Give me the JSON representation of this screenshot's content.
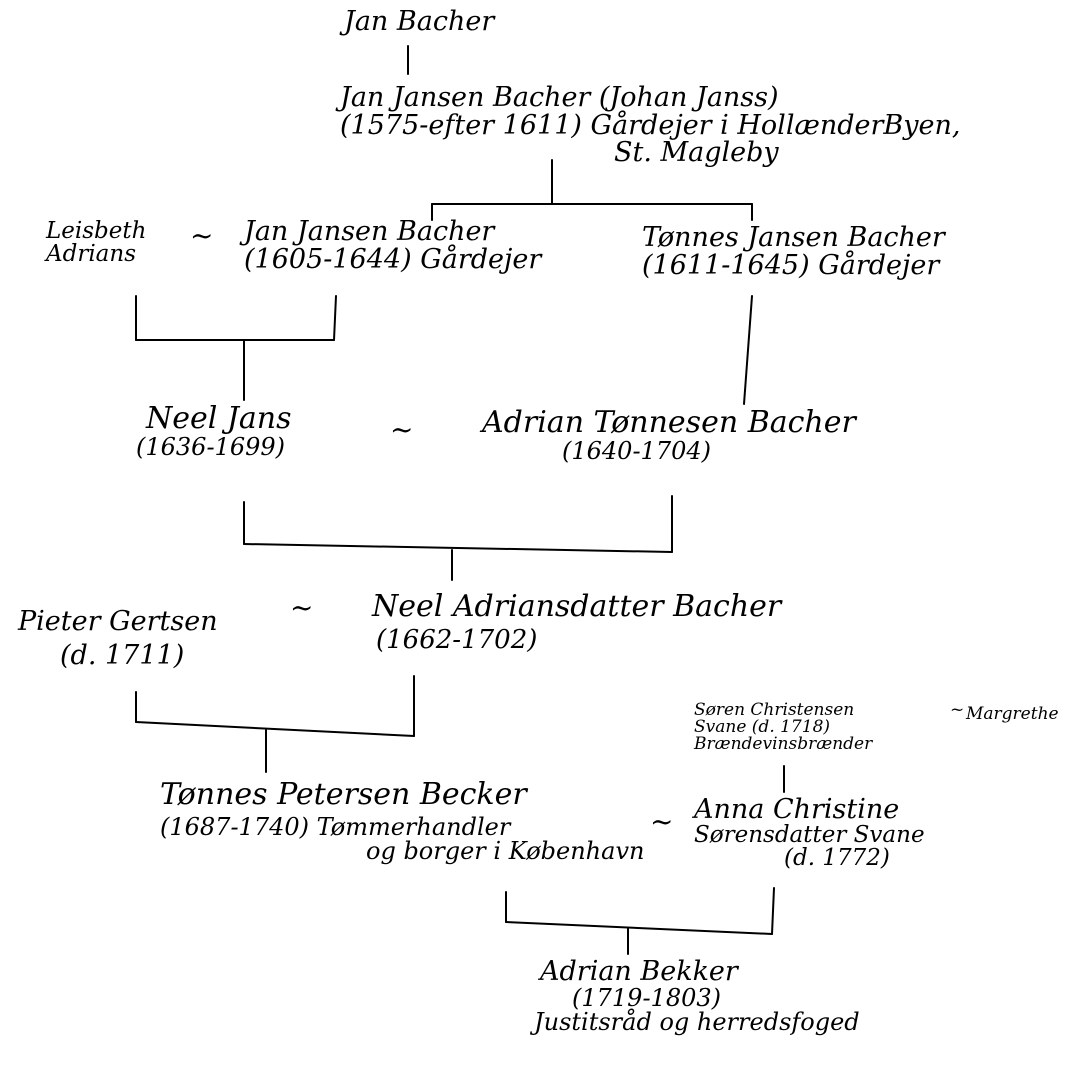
{
  "persons": {
    "jan_bacher": {
      "name": "Jan Bacher"
    },
    "jan_jansen_bacher_sr": {
      "name": "Jan Jansen Bacher (Johan Janss)",
      "detail": "(1575-efter 1611) Gårdejer i HollænderByen,",
      "place": "St. Magleby"
    },
    "leisbeth": {
      "name": "Leisbeth",
      "surname": "Adrians"
    },
    "jan_jansen_bacher_jr": {
      "name": "Jan Jansen Bacher",
      "detail": "(1605-1644) Gårdejer"
    },
    "tonnes_jansen_bacher": {
      "name": "Tønnes Jansen Bacher",
      "detail": "(1611-1645) Gårdejer"
    },
    "neel_jans": {
      "name": "Neel Jans",
      "dates": "(1636-1699)"
    },
    "adrian_tonnesen_bacher": {
      "name": "Adrian Tønnesen Bacher",
      "dates": "(1640-1704)"
    },
    "pieter_gertsen": {
      "name": "Pieter Gertsen",
      "dates": "(d. 1711)"
    },
    "neel_adriansdatter_bacher": {
      "name": "Neel Adriansdatter Bacher",
      "dates": "(1662-1702)"
    },
    "soren_christensen_svane": {
      "name": "Søren Christensen",
      "detail": "Svane (d. 1718)",
      "occupation": "Brændevinsbrænder"
    },
    "margrethe": {
      "name": "Margrethe"
    },
    "tonnes_petersen_becker": {
      "name": "Tønnes Petersen Becker",
      "detail": "(1687-1740) Tømmerhandler",
      "detail2": "og borger i København"
    },
    "anna_christine": {
      "name": "Anna Christine",
      "detail": "Sørensdatter Svane",
      "dates": "(d. 1772)"
    },
    "adrian_bekker": {
      "name": "Adrian Bekker",
      "dates": "(1719-1803)",
      "occupation": "Justitsråd og herredsfoged"
    }
  },
  "marriage_symbols": {
    "m1": "~",
    "m2": "~",
    "m3": "~",
    "m4": "~",
    "m5": "~"
  }
}
